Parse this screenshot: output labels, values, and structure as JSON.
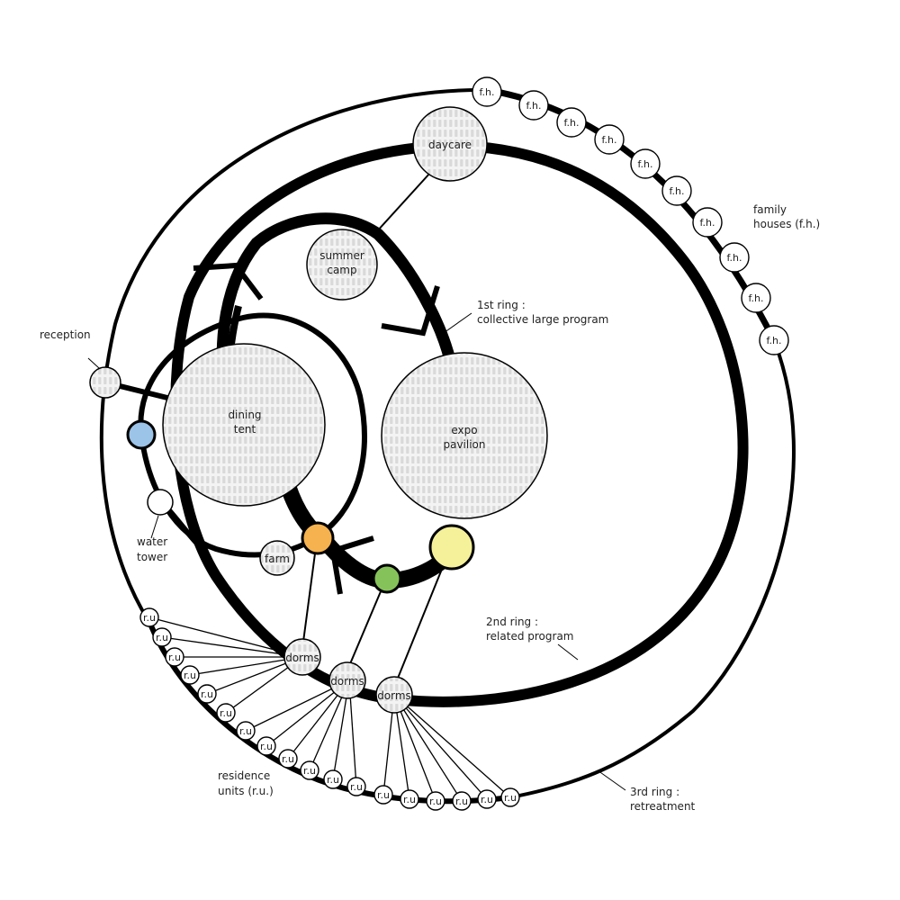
{
  "nodes": {
    "daycare": "daycare",
    "summer_camp": [
      "summer",
      "camp"
    ],
    "dining_tent": [
      "dining",
      "tent"
    ],
    "expo_pavilion": [
      "expo",
      "pavilion"
    ],
    "farm": "farm",
    "dorms": "dorms",
    "family_house": "f.h.",
    "residence_unit": "r.u"
  },
  "annotations": {
    "reception": "reception",
    "water_tower": [
      "water",
      "tower"
    ],
    "family_houses": [
      "family",
      "houses (f.h.)"
    ],
    "ring1": [
      "1st ring :",
      "collective large program"
    ],
    "ring2": [
      "2nd ring :",
      "related program"
    ],
    "ring3": [
      "3rd ring :",
      "retreatment"
    ],
    "residence_units": [
      "residence",
      "units (r.u.)"
    ]
  },
  "colors": {
    "line": "#000000",
    "node_fill": "#f2f2f2",
    "node_pattern": "#dcdcdc",
    "node_white": "#ffffff",
    "blue": "#9cc3e8",
    "orange": "#f5b24e",
    "green": "#86c25a",
    "yellow": "#f5f19a"
  }
}
